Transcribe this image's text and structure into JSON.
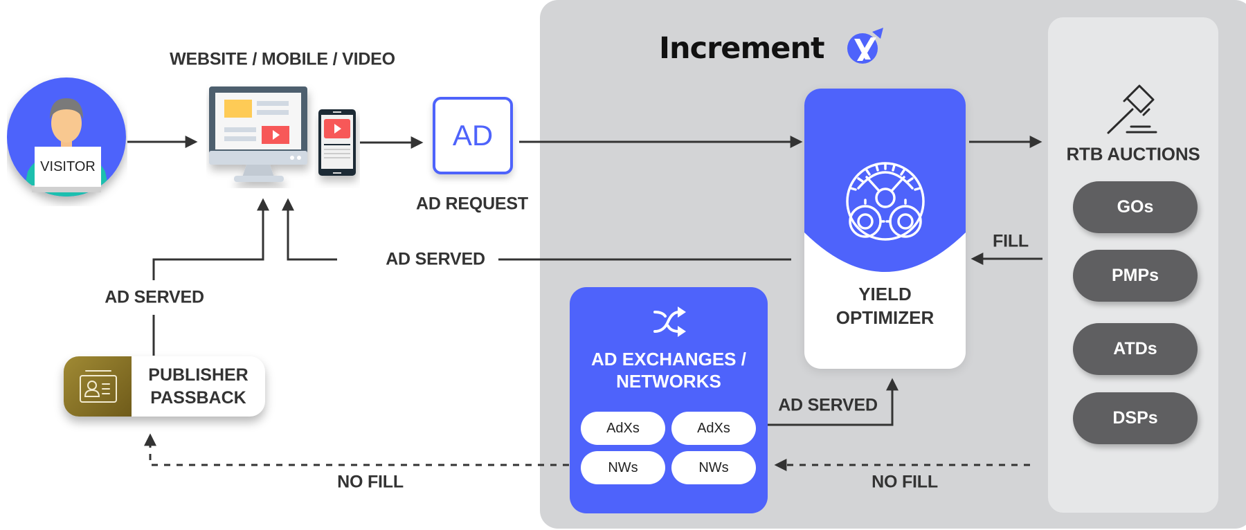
{
  "brand": {
    "name": "Increment",
    "mark": "X",
    "accent": "#4e63fb"
  },
  "visitor": {
    "label": "VISITOR",
    "icon": "person-with-laptop-icon"
  },
  "devices": {
    "label": "WEBSITE / MOBILE / VIDEO",
    "icons": [
      "desktop-monitor-icon",
      "mobile-phone-icon"
    ]
  },
  "ad_request": {
    "box_text": "AD",
    "label": "AD REQUEST"
  },
  "yield_optimizer": {
    "line1": "YIELD",
    "line2": "OPTIMIZER",
    "icon": "gears-icon"
  },
  "rtb": {
    "title": "RTB AUCTIONS",
    "icon": "gavel-icon",
    "items": [
      "GOs",
      "PMPs",
      "ATDs",
      "DSPs"
    ]
  },
  "ad_exchanges": {
    "line1": "AD EXCHANGES /",
    "line2": "NETWORKS",
    "icon": "shuffle-icon",
    "items": [
      "AdXs",
      "AdXs",
      "NWs",
      "NWs"
    ]
  },
  "publisher_passback": {
    "line1": "PUBLISHER",
    "line2": "PASSBACK",
    "icon": "id-card-icon"
  },
  "flow_labels": {
    "ad_served_main": "AD SERVED",
    "ad_served_passback": "AD SERVED",
    "ad_served_exchange": "AD SERVED",
    "fill": "FILL",
    "no_fill_left": "NO FILL",
    "no_fill_right": "NO FILL"
  },
  "colors": {
    "blue": "#4e63fb",
    "panel_gray": "#d3d4d6",
    "rtb_panel": "#e6e7e8",
    "pill_dark": "#5f5f61",
    "gold": "#8a7428",
    "line": "#333333"
  }
}
